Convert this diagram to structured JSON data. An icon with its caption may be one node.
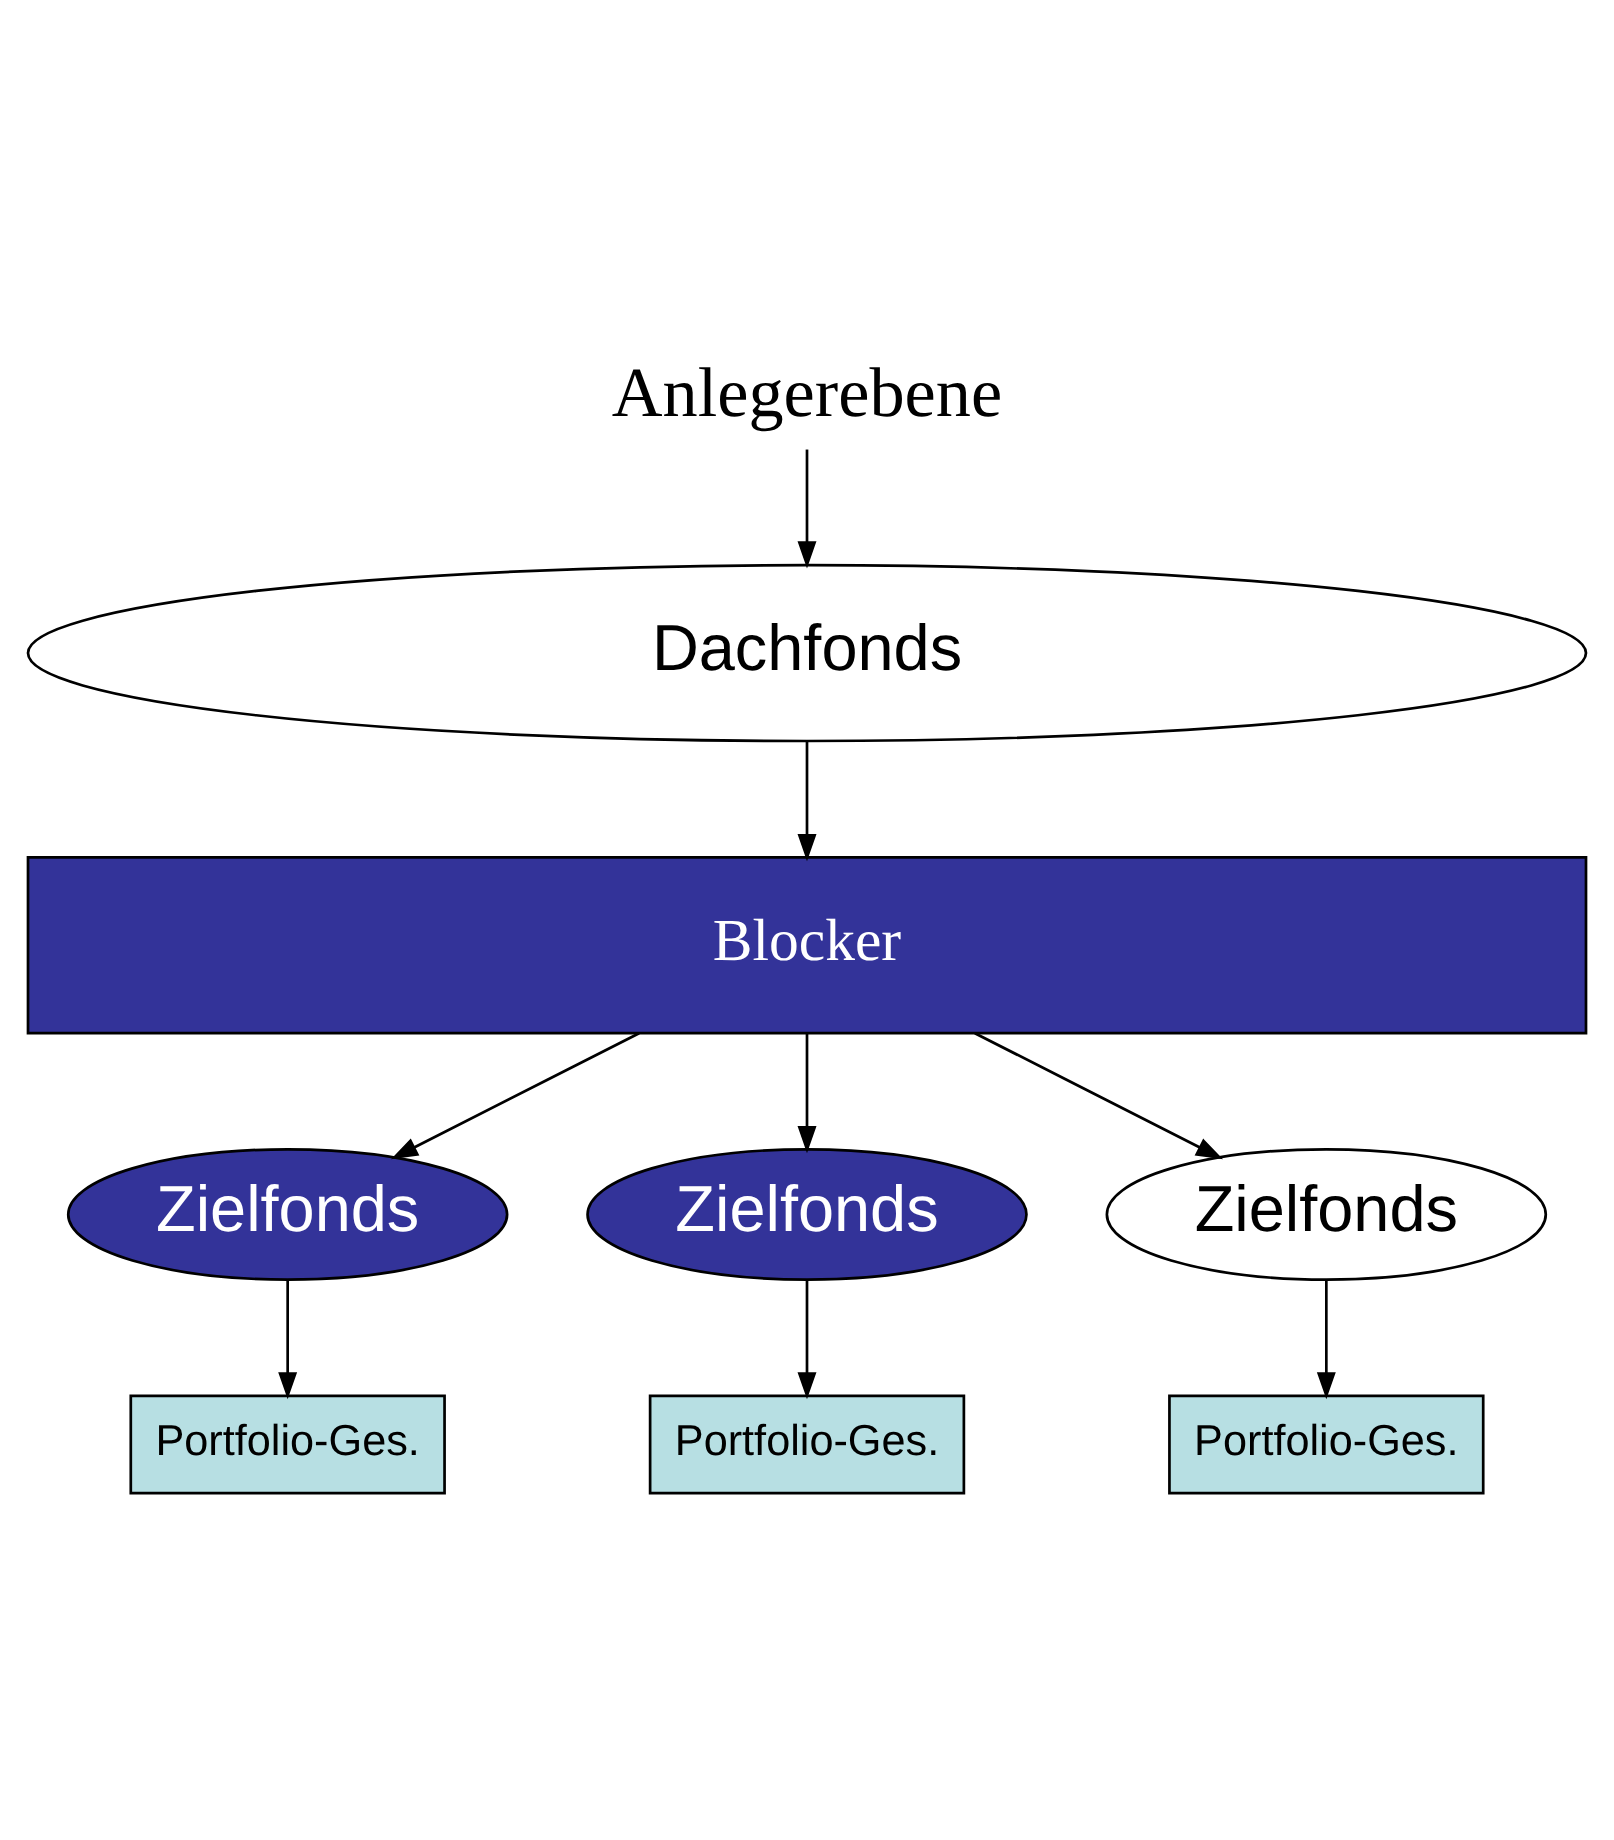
{
  "diagram": {
    "nodes": [
      {
        "text": [
          "Anlegerebene"
        ]
      },
      {
        "text": [
          "Dachfonds"
        ]
      },
      {
        "text": [
          "Blocker"
        ]
      },
      {
        "text": [
          "Zielfonds"
        ]
      },
      {
        "text": [
          "Zielfonds"
        ]
      },
      {
        "text": [
          "Zielfonds"
        ]
      },
      {
        "text": [
          "Portfolio-Ges."
        ]
      },
      {
        "text": [
          "Portfolio-Ges."
        ]
      },
      {
        "text": [
          "Portfolio-Ges."
        ]
      }
    ],
    "edges": [
      {
        "from": 0,
        "to": 1,
        "arrow": "to"
      },
      {
        "from": 1,
        "to": 2,
        "arrow": "to"
      },
      {
        "from": 2,
        "to": 3,
        "arrow": "to"
      },
      {
        "from": 2,
        "to": 4,
        "arrow": "to"
      },
      {
        "from": 2,
        "to": 5,
        "arrow": "to"
      },
      {
        "from": 3,
        "to": 6,
        "arrow": "to"
      },
      {
        "from": 4,
        "to": 7,
        "arrow": "to"
      },
      {
        "from": 5,
        "to": 8,
        "arrow": "to"
      }
    ]
  }
}
